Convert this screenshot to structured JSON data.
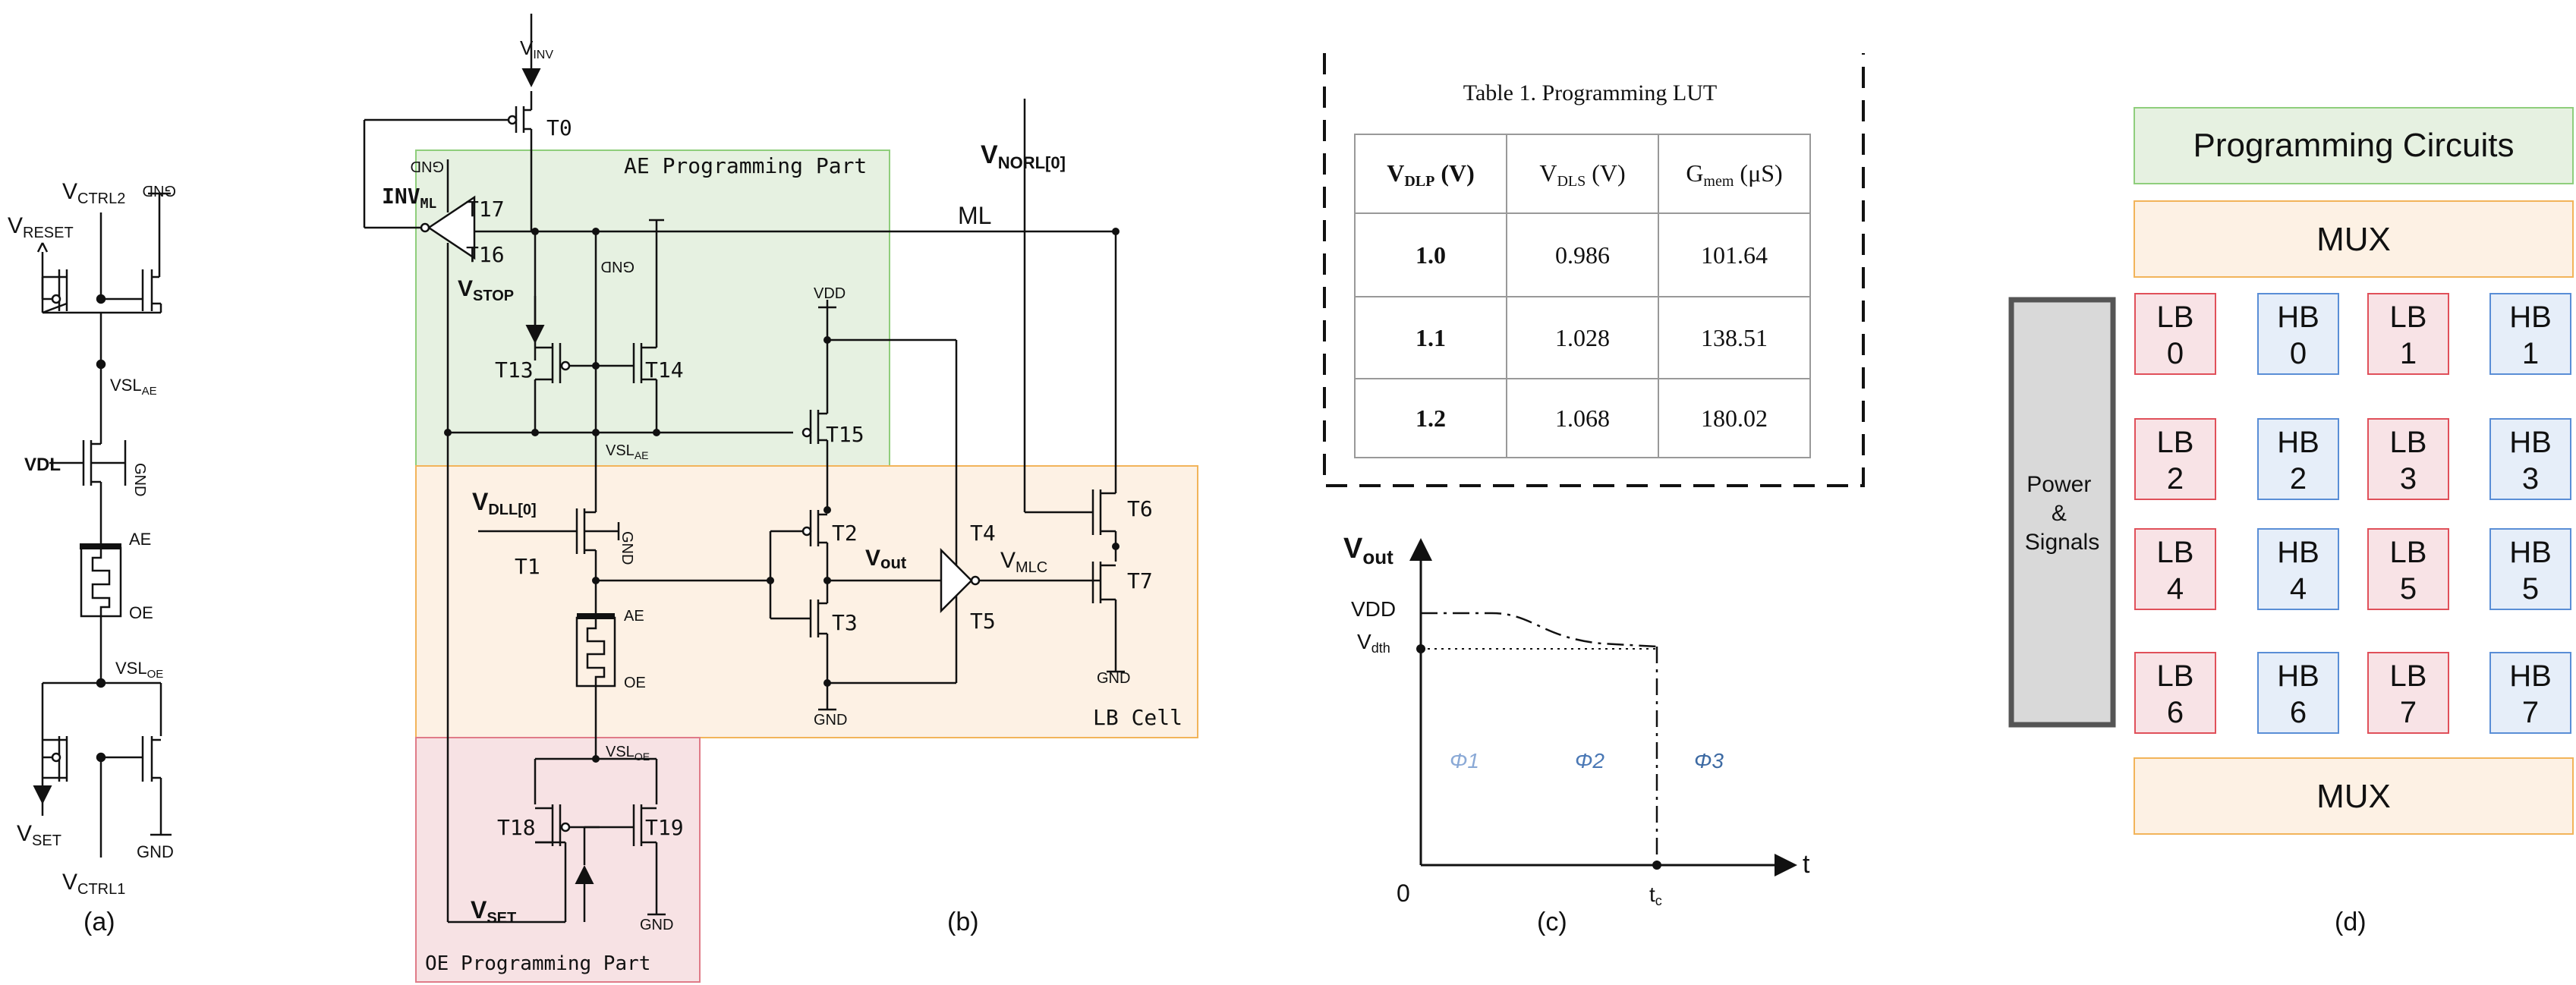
{
  "panel_a": {
    "caption": "(a)",
    "v_reset_pre": "V",
    "v_reset_sub": "RESET",
    "v_ctrl2_pre": "V",
    "v_ctrl2_sub": "CTRL2",
    "gnd": "GND",
    "vsl_ae_pre": "VSL",
    "vsl_ae_sub": "AE",
    "vdl": "VDL",
    "ae": "AE",
    "oe": "OE",
    "vsl_oe_pre": "VSL",
    "vsl_oe_sub": "OE",
    "v_set_pre": "V",
    "v_set_sub": "SET",
    "v_ctrl1_pre": "V",
    "v_ctrl1_sub": "CTRL1"
  },
  "panel_b": {
    "caption": "(b)",
    "v_inv_pre": "V",
    "v_inv_sub": "INV",
    "t0": "T0",
    "ae_part": "AE Programming Part",
    "oe_part": "OE Programming Part",
    "lb_cell": "LB Cell",
    "gnd": "GND",
    "inv_pre": "INV",
    "inv_sub": "ML",
    "t17": "T17",
    "t16": "T16",
    "v_stop_pre": "V",
    "v_stop_sub": "STOP",
    "v_norl_pre": "V",
    "v_norl_sub": "NORL[0]",
    "ml": "ML",
    "vdd": "VDD",
    "t13": "T13",
    "t14": "T14",
    "t15": "T15",
    "vsl_ae_pre": "VSL",
    "vsl_ae_sub": "AE",
    "v_dll_pre": "V",
    "v_dll_sub": "DLL[0]",
    "t1": "T1",
    "t2": "T2",
    "t3": "T3",
    "t4": "T4",
    "t5": "T5",
    "t6": "T6",
    "t7": "T7",
    "v_out_pre": "V",
    "v_out_sub": "out",
    "v_mlc_pre": "V",
    "v_mlc_sub": "MLC",
    "ae": "AE",
    "oe": "OE",
    "vsl_oe_pre": "VSL",
    "vsl_oe_sub": "OE",
    "t18": "T18",
    "t19": "T19",
    "v_set_pre": "V",
    "v_set_sub": "SET"
  },
  "panel_c": {
    "caption": "(c)",
    "table_title": "Table 1. Programming LUT",
    "headers": [
      {
        "pre": "V",
        "sub": "DLP",
        "post": " (V)"
      },
      {
        "pre": "V",
        "sub": "DLS",
        "post": " (V)"
      },
      {
        "pre": "G",
        "sub": "mem",
        "post": " (μS)"
      }
    ],
    "rows": [
      [
        "1.0",
        "0.986",
        "101.64"
      ],
      [
        "1.1",
        "1.028",
        "138.51"
      ],
      [
        "1.2",
        "1.068",
        "180.02"
      ]
    ],
    "y_axis_pre": "V",
    "y_axis_sub": "out",
    "x_axis": "t",
    "vdd": "VDD",
    "vdth_pre": "V",
    "vdth_sub": "dth",
    "origin": "0",
    "tc_pre": "t",
    "tc_sub": "c",
    "phases": [
      "Φ1",
      "Φ2",
      "Φ3"
    ],
    "phase_colors": [
      "#8aa9d6",
      "#4a78b5",
      "#3d6aa3"
    ]
  },
  "panel_d": {
    "caption": "(d)",
    "programming_circuits": "Programming Circuits",
    "mux_top": "MUX",
    "mux_bottom": "MUX",
    "power_lines": [
      "Power",
      "&",
      "Signals"
    ],
    "cells": [
      [
        {
          "kind": "LB",
          "num": "0"
        },
        {
          "kind": "HB",
          "num": "0"
        },
        {
          "kind": "LB",
          "num": "1"
        },
        {
          "kind": "HB",
          "num": "1"
        }
      ],
      [
        {
          "kind": "LB",
          "num": "2"
        },
        {
          "kind": "HB",
          "num": "2"
        },
        {
          "kind": "LB",
          "num": "3"
        },
        {
          "kind": "HB",
          "num": "3"
        }
      ],
      [
        {
          "kind": "LB",
          "num": "4"
        },
        {
          "kind": "HB",
          "num": "4"
        },
        {
          "kind": "LB",
          "num": "5"
        },
        {
          "kind": "HB",
          "num": "5"
        }
      ],
      [
        {
          "kind": "LB",
          "num": "6"
        },
        {
          "kind": "HB",
          "num": "6"
        },
        {
          "kind": "LB",
          "num": "7"
        },
        {
          "kind": "HB",
          "num": "7"
        }
      ]
    ]
  },
  "colors": {
    "ae_fill": "#e6f1e1",
    "ae_stroke": "#8fce7c",
    "lb_fill": "#fdf1e4",
    "lb_stroke": "#f2b45a",
    "oe_fill": "#f7e2e4",
    "oe_stroke": "#e07b88",
    "lb_cell_fill": "#f8e3e6",
    "lb_cell_stroke": "#e0505a",
    "hb_cell_fill": "#e6eef9",
    "hb_cell_stroke": "#5a8ed6",
    "power_fill": "#d9d9d9",
    "power_stroke": "#555555"
  }
}
